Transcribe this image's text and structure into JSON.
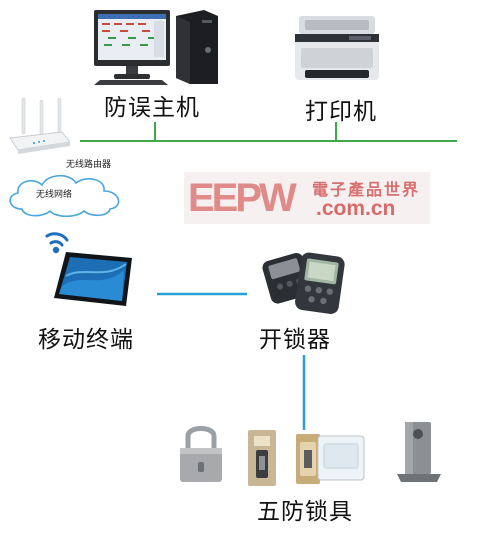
{
  "nodes": {
    "host": "防误主机",
    "printer": "打印机",
    "router": "无线路由器",
    "cloud": "无线网络",
    "mobile": "移动终端",
    "unlocker": "开锁器",
    "locks": "五防锁具"
  },
  "watermark": {
    "brand": "EEPW",
    "cn_text": "電子產品世界",
    "domain": ".com.cn"
  },
  "colors": {
    "bus_line": "#3fa84a",
    "link_line": "#2aa0d8"
  }
}
